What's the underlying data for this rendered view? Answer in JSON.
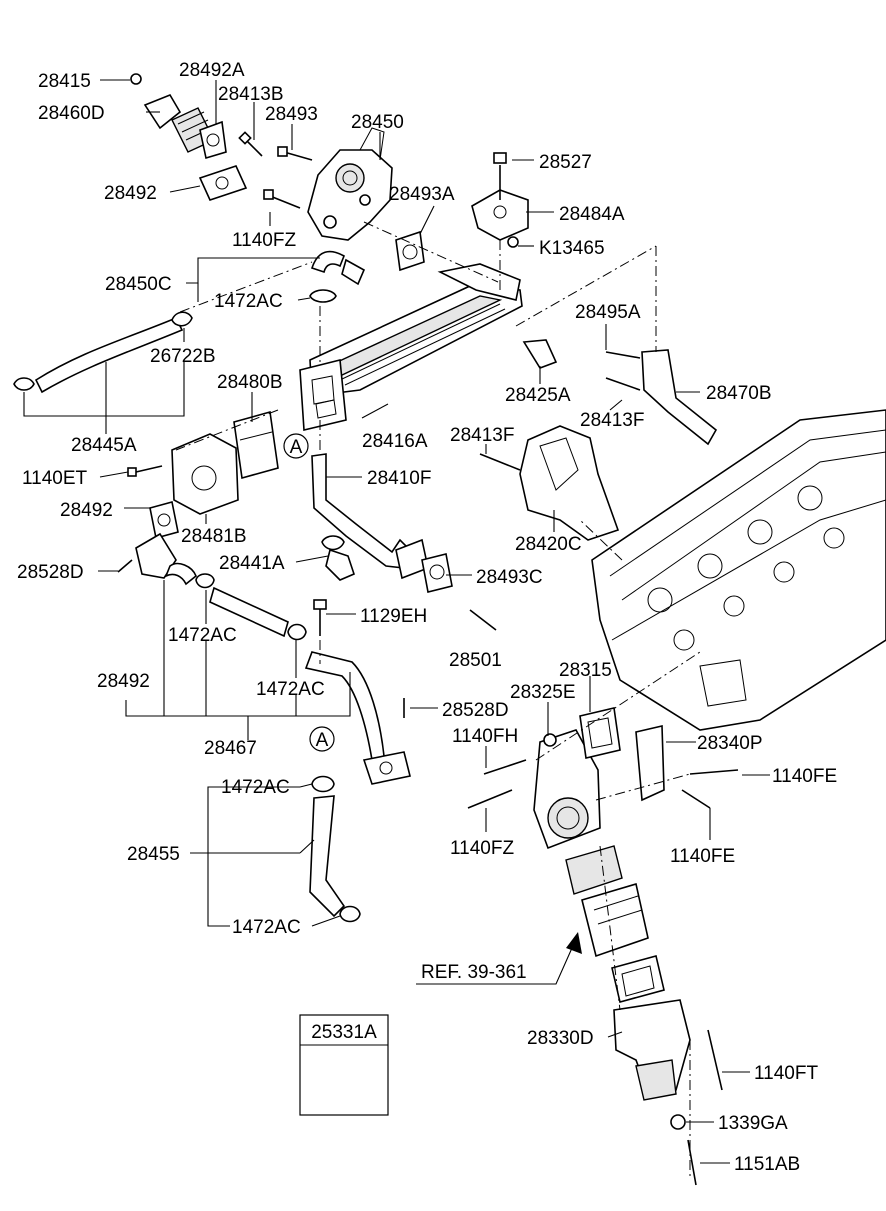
{
  "diagram": {
    "labels": {
      "l28415": "28415",
      "l28492A": "28492A",
      "l28460D": "28460D",
      "l28413B": "28413B",
      "l28493": "28493",
      "l28450": "28450",
      "l28527": "28527",
      "l28492_top": "28492",
      "l28493A": "28493A",
      "l28484A": "28484A",
      "l1140FZ_top": "1140FZ",
      "lK13465": "K13465",
      "l28450C": "28450C",
      "l1472AC_top": "1472AC",
      "l28495A": "28495A",
      "l26722B": "26722B",
      "l28480B": "28480B",
      "l28425A": "28425A",
      "l28470B": "28470B",
      "l28413F_right": "28413F",
      "l28445A": "28445A",
      "l28416A": "28416A",
      "l28413F_mid": "28413F",
      "l1140ET": "1140ET",
      "l28410F": "28410F",
      "l28492_mid": "28492",
      "l28481B": "28481B",
      "l28420C": "28420C",
      "l28528D_left": "28528D",
      "l28441A": "28441A",
      "l28493C": "28493C",
      "l1129EH": "1129EH",
      "l1472AC_mid1": "1472AC",
      "l28501": "28501",
      "l28315": "28315",
      "l28492_low": "28492",
      "l1472AC_mid2": "1472AC",
      "l28325E": "28325E",
      "l28528D_right": "28528D",
      "l1140FH": "1140FH",
      "l28340P": "28340P",
      "l28467": "28467",
      "l1472AC_low1": "1472AC",
      "l1140FE_right": "1140FE",
      "l28455": "28455",
      "l1140FZ_low": "1140FZ",
      "l1140FE_low": "1140FE",
      "l1472AC_low2": "1472AC",
      "lREF": "REF. 39-361",
      "l25331A": "25331A",
      "l28330D": "28330D",
      "l1140FT": "1140FT",
      "l1339GA": "1339GA",
      "l1151AB": "1151AB"
    },
    "markers": {
      "marker_a_upper": "A",
      "marker_a_lower": "A"
    },
    "colors": {
      "line": "#000000",
      "background": "#ffffff"
    }
  }
}
